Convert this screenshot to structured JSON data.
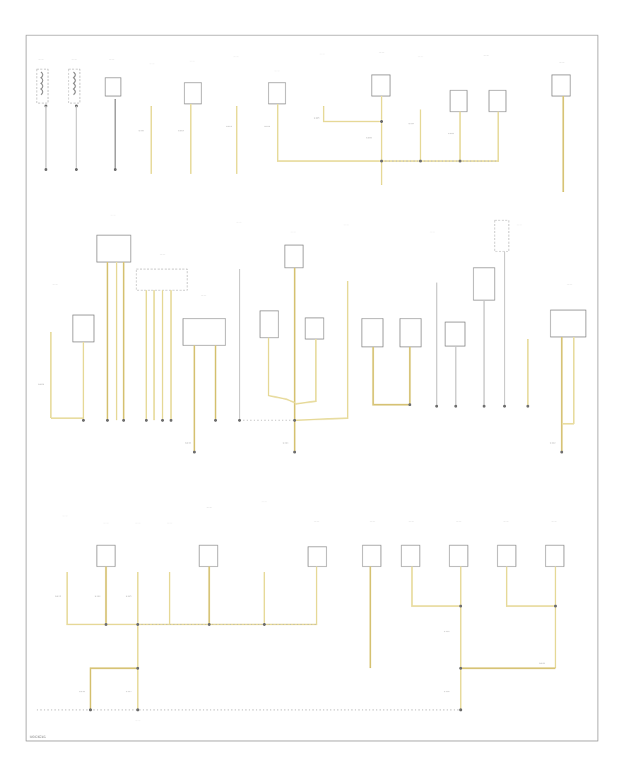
{
  "diagram": {
    "page_code": "W0026ENG",
    "ground_labels": [
      "G101",
      "G102",
      "G103",
      "G104",
      "G105",
      "G106",
      "G107",
      "G108",
      "G109",
      "G110",
      "G111",
      "G112",
      "G113",
      "G114",
      "G115",
      "G116",
      "G117",
      "G118",
      "G119",
      "G120"
    ],
    "colors": {
      "wire_yellow": "#e8dca0",
      "wire_gray": "#c4c4c4",
      "wire_dark": "#8a8a8a",
      "frame": "#9a9a9a"
    }
  }
}
